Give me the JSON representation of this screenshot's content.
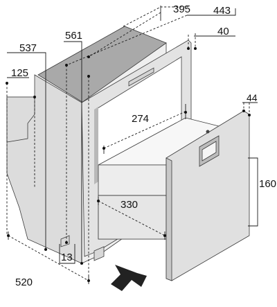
{
  "colors": {
    "body_top": "#a9a9a9",
    "body_side": "#dcdcdc",
    "body_front": "#efefef",
    "frame": "#e3e3e3",
    "drawer": "#ededed",
    "door": "#e0e0e0",
    "line": "#1a1a1a",
    "arrow": "#222222"
  },
  "dimensions": {
    "d395": "395",
    "d443": "443",
    "d40": "40",
    "d561": "561",
    "d537": "537",
    "d125": "125",
    "d44": "44",
    "d274": "274",
    "d160": "160",
    "d330": "330",
    "d13": "13",
    "d520": "520"
  },
  "icons": {
    "direction_arrow": "arrow-right-icon"
  }
}
